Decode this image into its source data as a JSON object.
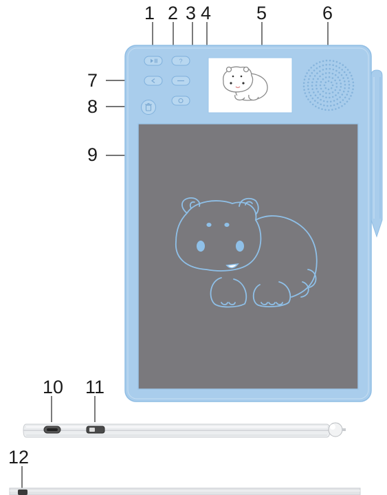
{
  "callouts": {
    "n1": "1",
    "n2": "2",
    "n3": "3",
    "n4": "4",
    "n5": "5",
    "n6": "6",
    "n7": "7",
    "n8": "8",
    "n9": "9",
    "n10": "10",
    "n11": "11",
    "n12": "12"
  },
  "colors": {
    "tablet_body": "#a9cdec",
    "tablet_edge": "#8fbde4",
    "writing_screen": "#7a797d",
    "drawing_line": "#8fc0e8",
    "stylus": "#a9cdec",
    "side_profile": "#e6e8ea"
  },
  "icons": {
    "button_1": "play-pause-icon",
    "button_2": "question-icon",
    "button_3": "dash-icon",
    "button_4": "loop-icon",
    "button_7": "back-icon",
    "button_8": "trash-icon"
  }
}
